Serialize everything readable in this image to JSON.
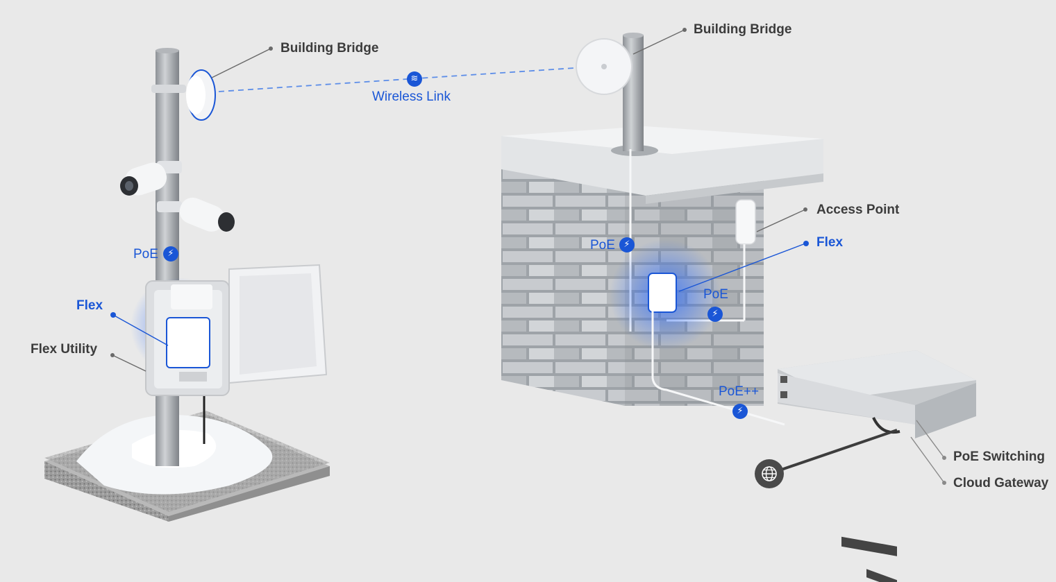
{
  "labels": {
    "building_bridge_left": "Building Bridge",
    "building_bridge_right": "Building Bridge",
    "wireless_link": "Wireless Link",
    "poe_left": "PoE",
    "flex_left": "Flex",
    "flex_utility": "Flex Utility",
    "poe_wall": "PoE",
    "access_point": "Access Point",
    "flex_right": "Flex",
    "poe_right": "PoE",
    "poe_plus_plus": "PoE++",
    "poe_switching": "PoE Switching",
    "cloud_gateway": "Cloud Gateway"
  },
  "icons": {
    "wireless": "wireless-link-icon",
    "power": "power-bolt-icon",
    "internet": "globe-icon"
  },
  "colors": {
    "accent": "#1a56d6",
    "label_dark": "#3c3c3c",
    "background": "#e9e9e9"
  }
}
